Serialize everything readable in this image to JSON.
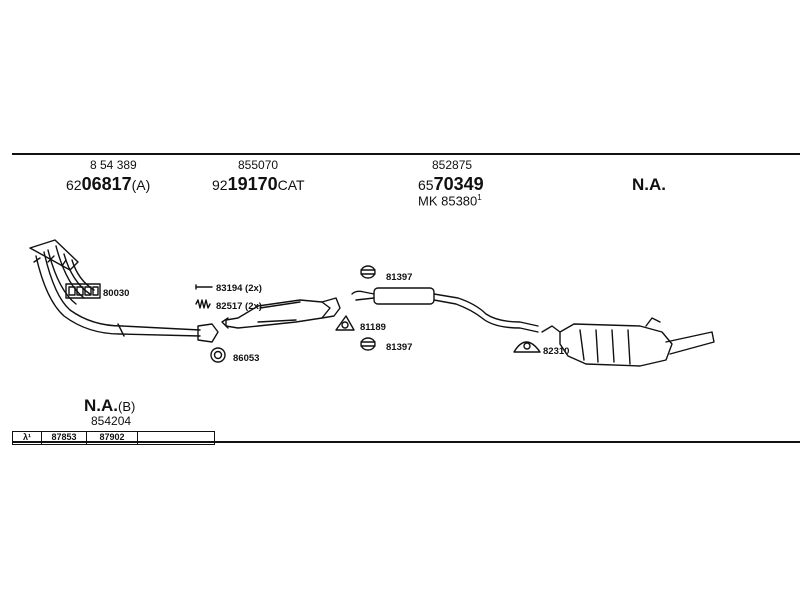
{
  "groups": [
    {
      "ref": "8 54 389",
      "lead": "62",
      "main": "06817",
      "tail": "(A)"
    },
    {
      "ref": "855070",
      "lead": "92",
      "main": "19170",
      "tail": "CAT"
    },
    {
      "ref": "852875",
      "lead": "65",
      "main": "70349",
      "tail": "",
      "mk": "MK 85380",
      "mk_sup": "1"
    },
    {
      "na": "N.A."
    }
  ],
  "parts": {
    "manifold_gasket": "80030",
    "bolt": "83194 (2x)",
    "spring": "82517 (2x)",
    "ring_gasket": "86053",
    "clamp_top": "81397",
    "clamp_bottom": "81397",
    "gasket_mid": "81189",
    "rear_clamp": "82310"
  },
  "footer": {
    "na": "N.A.",
    "na_tail": "(B)",
    "ref": "854204",
    "table": [
      "λ¹",
      "87853",
      "87902",
      ""
    ]
  }
}
